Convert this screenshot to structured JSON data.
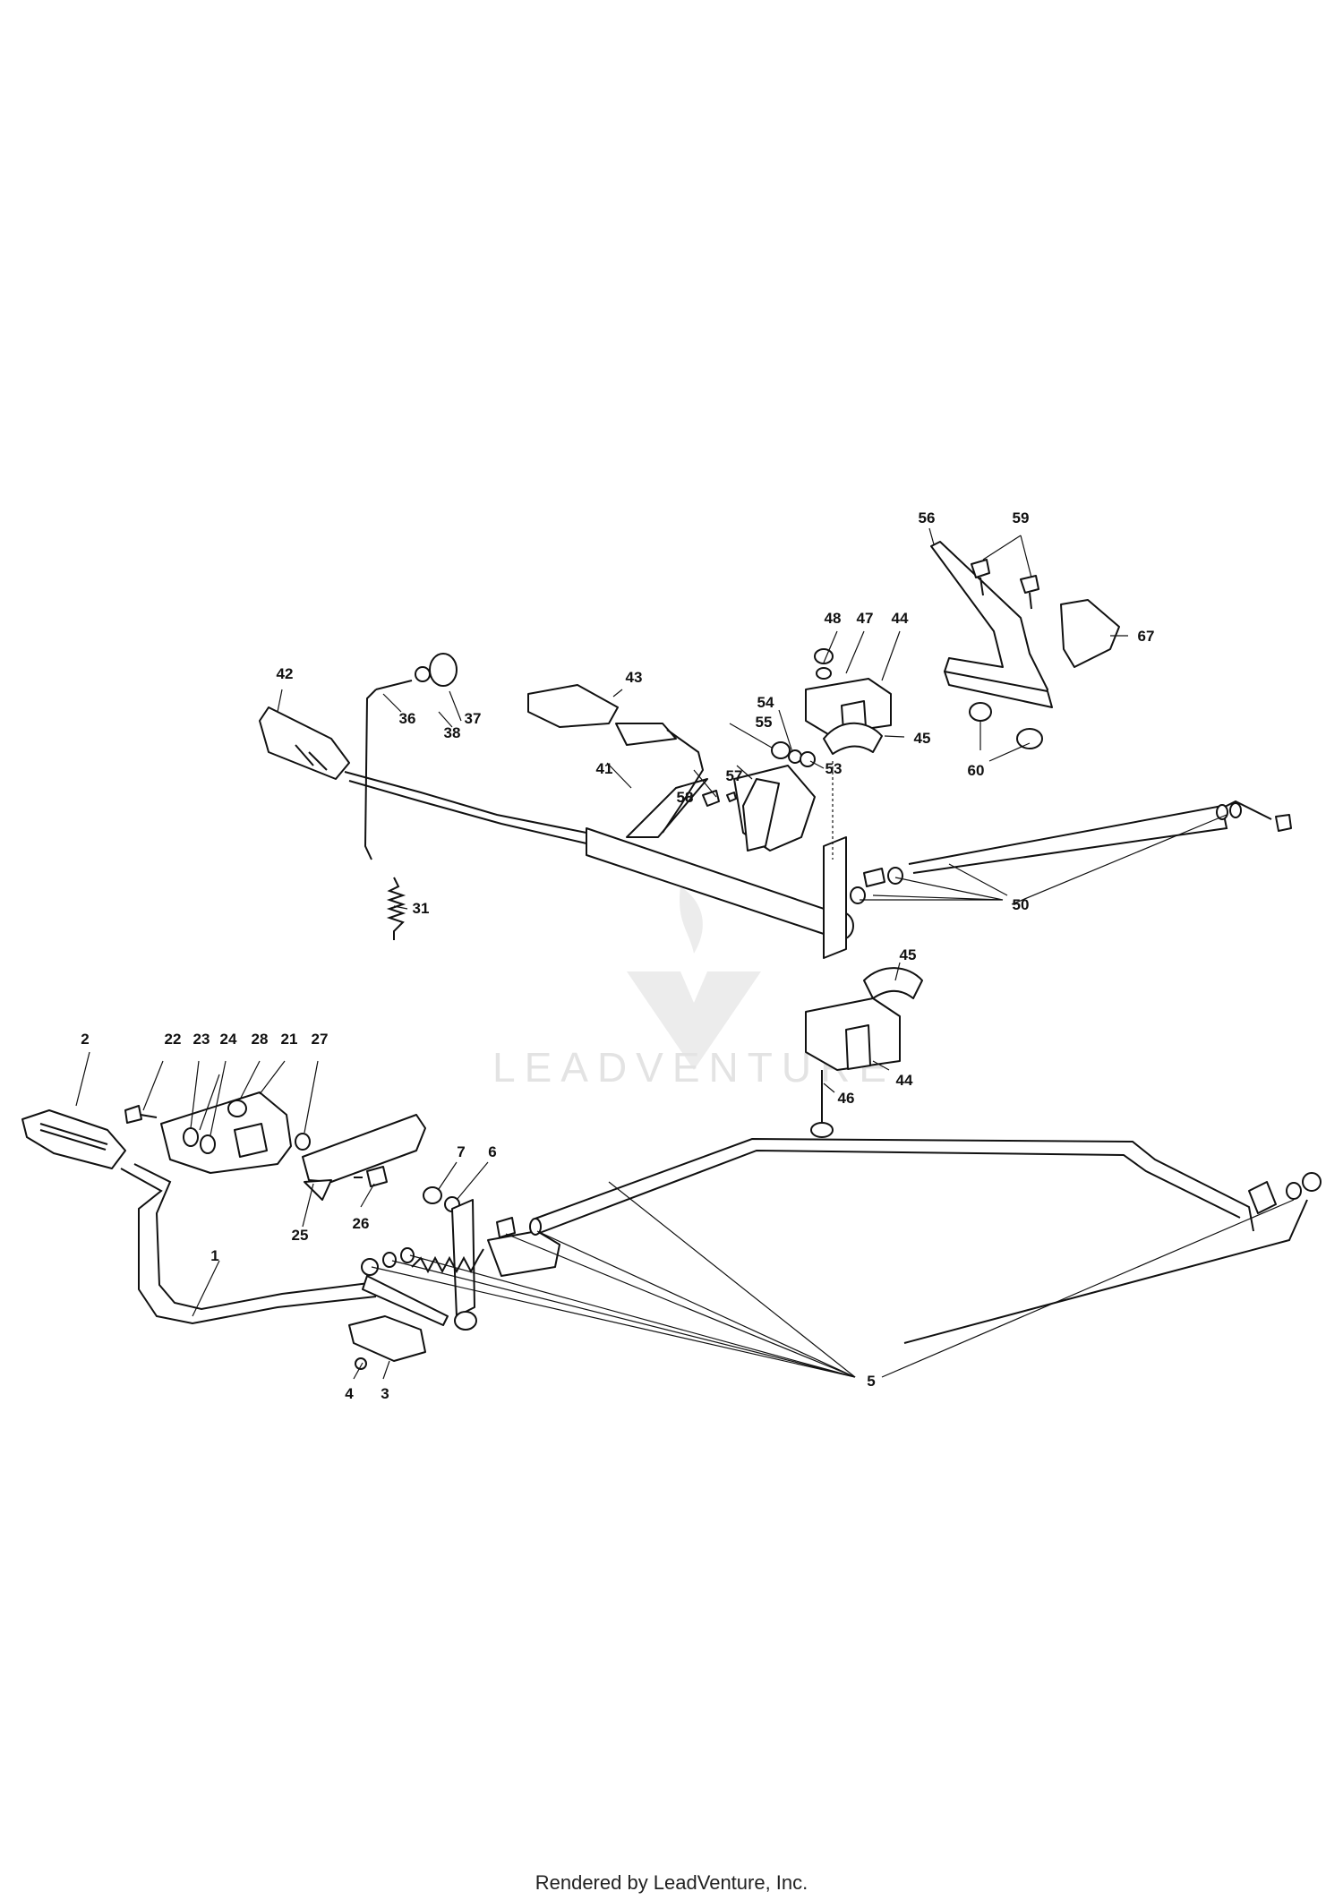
{
  "watermark": {
    "text": "LEADVENTURE"
  },
  "footer": {
    "text": "Rendered by LeadVenture, Inc."
  },
  "callouts": {
    "c1": "1",
    "c2": "2",
    "c3": "3",
    "c4": "4",
    "c5": "5",
    "c6": "6",
    "c7": "7",
    "c21": "21",
    "c22": "22",
    "c23": "23",
    "c24": "24",
    "c25": "25",
    "c26": "26",
    "c27": "27",
    "c28": "28",
    "c31": "31",
    "c36": "36",
    "c37": "37",
    "c38": "38",
    "c41": "41",
    "c42": "42",
    "c43": "43",
    "c44a": "44",
    "c44b": "44",
    "c45a": "45",
    "c45b": "45",
    "c46": "46",
    "c47": "47",
    "c48": "48",
    "c50": "50",
    "c53": "53",
    "c54": "54",
    "c55": "55",
    "c56": "56",
    "c57": "57",
    "c58": "58",
    "c59": "59",
    "c60": "60",
    "c67": "67"
  }
}
